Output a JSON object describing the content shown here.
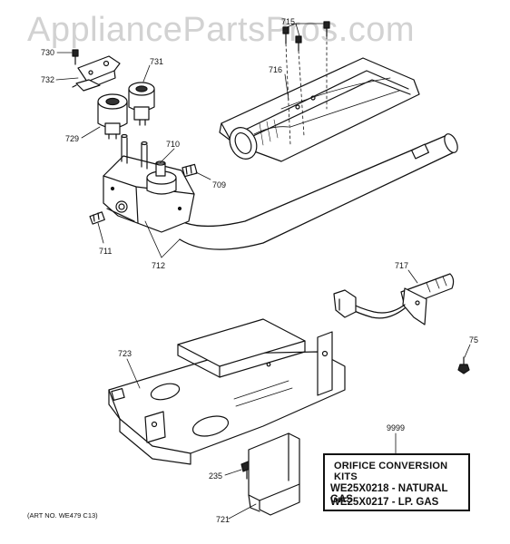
{
  "watermark": "AppliancePartsPros.com",
  "art_number": "(ART NO. WE479 C13)",
  "part_labels": {
    "p730": "730",
    "p732": "732",
    "p731": "731",
    "p729": "729",
    "p715": "715",
    "p716": "716",
    "p710": "710",
    "p709": "709",
    "p711": "711",
    "p712": "712",
    "p717": "717",
    "p723": "723",
    "p75": "75",
    "p9999": "9999",
    "p235": "235",
    "p721": "721"
  },
  "orifice_kits": {
    "title": "ORIFICE CONVERSION KITS",
    "line1": "WE25X0218 - NATURAL GAS",
    "line2": "WE25X0217 - LP. GAS"
  }
}
